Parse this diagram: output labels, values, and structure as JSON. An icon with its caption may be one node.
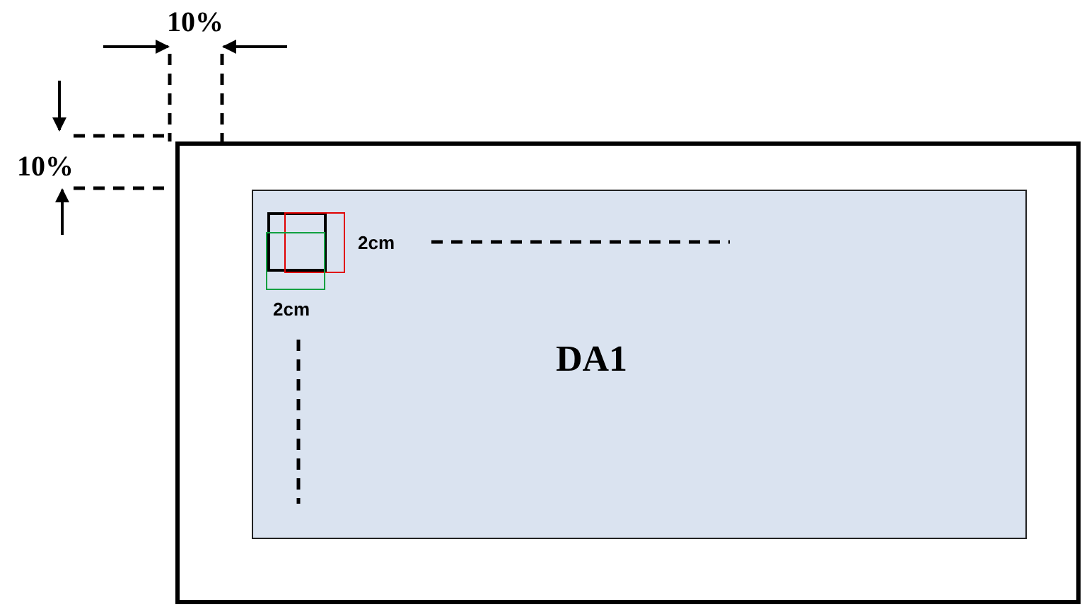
{
  "diagram": {
    "nodes": [
      {
        "text": [],
        "shape": "box"
      },
      {
        "text": [
          "DA1"
        ],
        "in": 0
      },
      {
        "text": [],
        "shape": "box",
        "in": 1
      },
      {
        "text": [],
        "shape": "box",
        "in": 1
      },
      {
        "text": [],
        "shape": "box",
        "in": 1
      }
    ],
    "labels": [
      "10%",
      "10%",
      "2cm",
      "2cm"
    ]
  }
}
